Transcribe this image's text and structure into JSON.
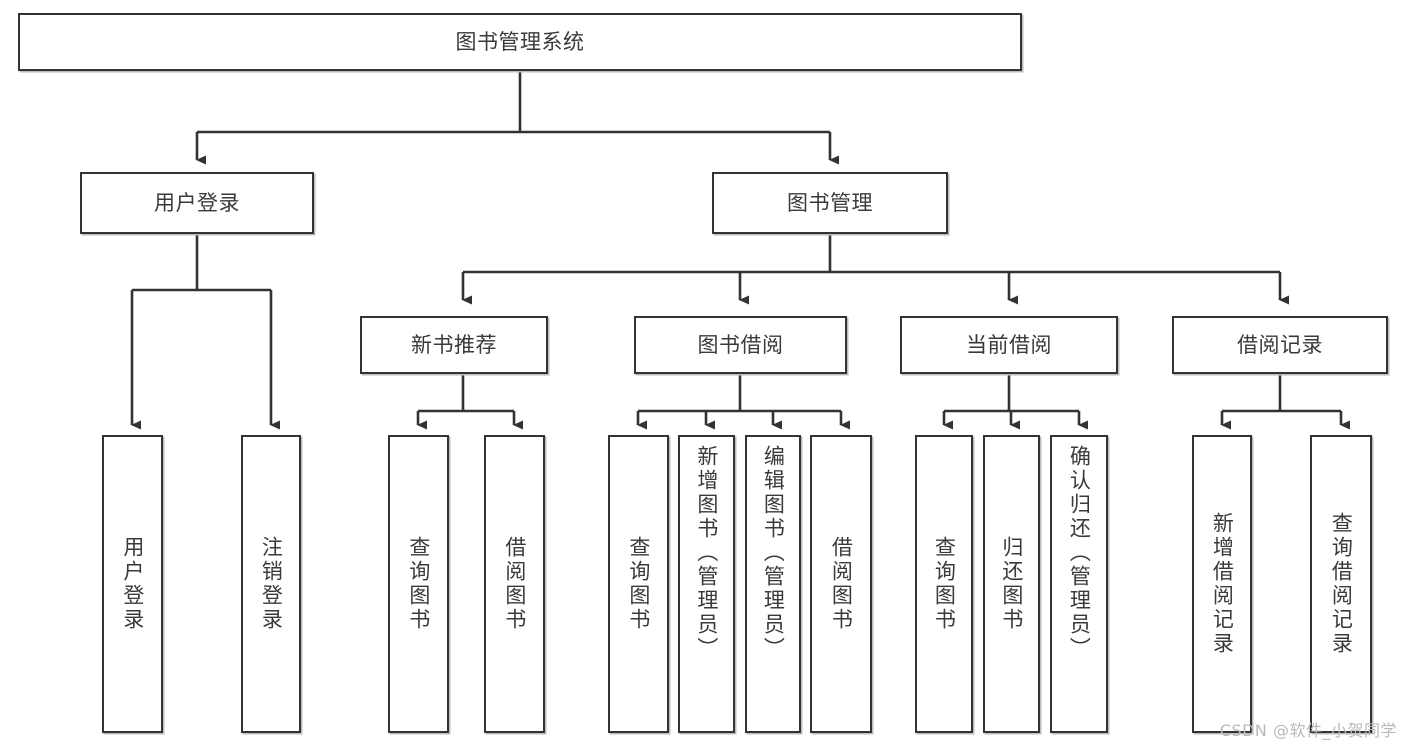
{
  "diagram": {
    "type": "tree-hierarchy-diagram",
    "title": "图书管理系统",
    "colors": {
      "box_border": "#333333",
      "box_fill": "#ffffff",
      "text": "#3a3a3a",
      "connector": "#333333",
      "watermark": "#b9b9b9",
      "background": "#ffffff"
    },
    "levels": {
      "root": {
        "label": "图书管理系统"
      },
      "level2": [
        {
          "label": "用户登录"
        },
        {
          "label": "图书管理"
        }
      ],
      "level3": [
        {
          "label": "新书推荐"
        },
        {
          "label": "图书借阅"
        },
        {
          "label": "当前借阅"
        },
        {
          "label": "借阅记录"
        }
      ],
      "leaves": [
        {
          "label": "用户登录",
          "parent": "用户登录"
        },
        {
          "label": "注销登录",
          "parent": "用户登录"
        },
        {
          "label": "查询图书",
          "parent": "新书推荐"
        },
        {
          "label": "借阅图书",
          "parent": "新书推荐"
        },
        {
          "label": "查询图书",
          "parent": "图书借阅"
        },
        {
          "label": "新增图书（管理员）",
          "parent": "图书借阅"
        },
        {
          "label": "编辑图书（管理员）",
          "parent": "图书借阅"
        },
        {
          "label": "借阅图书",
          "parent": "图书借阅"
        },
        {
          "label": "查询图书",
          "parent": "当前借阅"
        },
        {
          "label": "归还图书",
          "parent": "当前借阅"
        },
        {
          "label": "确认归还（管理员）",
          "parent": "当前借阅"
        },
        {
          "label": "新增借阅记录",
          "parent": "借阅记录"
        },
        {
          "label": "查询借阅记录",
          "parent": "借阅记录"
        }
      ]
    },
    "watermark": "CSDN @软件_小贺同学"
  }
}
